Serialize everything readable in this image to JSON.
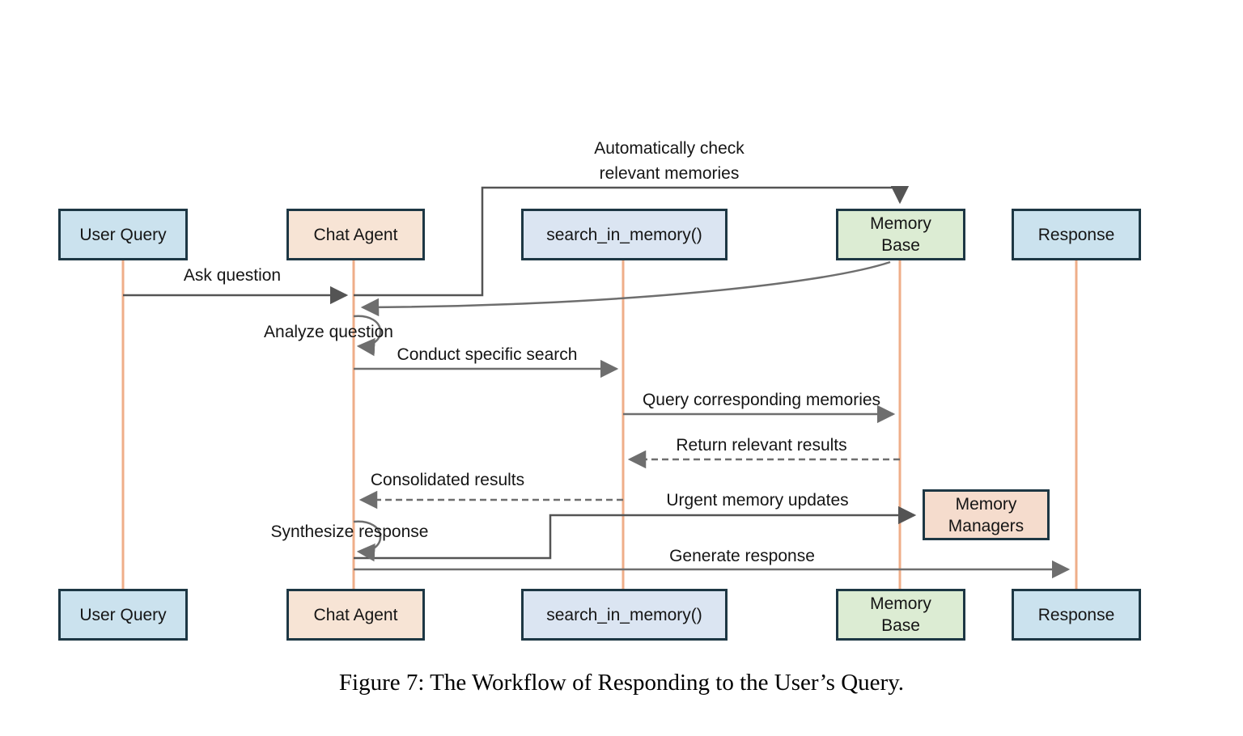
{
  "figure": {
    "caption": "Figure 7: The Workflow of Responding to the User’s Query."
  },
  "actors": {
    "top": [
      {
        "label": "User Query",
        "color": "#cbe2ee"
      },
      {
        "label": "Chat Agent",
        "color": "#f7e4d5"
      },
      {
        "label": "search_in_memory()",
        "color": "#dbe5f2"
      },
      {
        "label": "Memory Base",
        "color": "#dcecd3"
      },
      {
        "label": "Response",
        "color": "#cbe2ee"
      }
    ],
    "bottom": [
      {
        "label": "User Query",
        "color": "#cbe2ee"
      },
      {
        "label": "Chat Agent",
        "color": "#f7e4d5"
      },
      {
        "label": "search_in_memory()",
        "color": "#dbe5f2"
      },
      {
        "label": "Memory Base",
        "color": "#dcecd3"
      },
      {
        "label": "Response",
        "color": "#cbe2ee"
      }
    ],
    "memory_managers": {
      "label": "Memory Managers",
      "color": "#f5dccd"
    }
  },
  "messages": {
    "auto_check": {
      "label": "Automatically check relevant memories",
      "from": "Chat Agent",
      "to": "Memory Base",
      "style": "solid"
    },
    "ask_question": {
      "label": "Ask question",
      "from": "User Query",
      "to": "Chat Agent",
      "style": "solid"
    },
    "analyze": {
      "label": "Analyze question",
      "from": "Chat Agent",
      "to": "Chat Agent",
      "style": "self-loop"
    },
    "conduct": {
      "label": "Conduct specific search",
      "from": "Chat Agent",
      "to": "search_in_memory()",
      "style": "solid"
    },
    "query": {
      "label": "Query corresponding memories",
      "from": "search_in_memory()",
      "to": "Memory Base",
      "style": "solid"
    },
    "return_results": {
      "label": "Return relevant results",
      "from": "Memory Base",
      "to": "search_in_memory()",
      "style": "dashed"
    },
    "consolidated": {
      "label": "Consolidated results",
      "from": "search_in_memory()",
      "to": "Chat Agent",
      "style": "dashed"
    },
    "urgent": {
      "label": "Urgent memory updates",
      "from": "Chat Agent",
      "to": "Memory Managers",
      "style": "solid"
    },
    "synthesize": {
      "label": "Synthesize response",
      "from": "Chat Agent",
      "to": "Chat Agent",
      "style": "self-loop"
    },
    "generate": {
      "label": "Generate response",
      "from": "Chat Agent",
      "to": "Response",
      "style": "solid"
    }
  },
  "colors": {
    "border": "#1d3744",
    "lifeline": "#efae89",
    "arrow": "#6e6e6e",
    "arrow_dark": "#545454",
    "background": "#ffffff"
  }
}
